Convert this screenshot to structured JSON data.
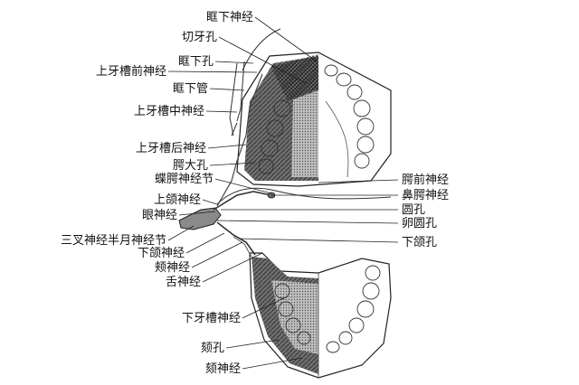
{
  "labels": {
    "infraorbital_nerve": "眶下神经",
    "incisive_foramen": "切牙孔",
    "infraorbital_foramen": "眶下孔",
    "anterior_superior_alveolar_nerve": "上牙槽前神经",
    "infraorbital_canal": "眶下管",
    "middle_superior_alveolar_nerve": "上牙槽中神经",
    "posterior_superior_alveolar_nerve": "上牙槽后神经",
    "greater_palatine_foramen": "腭大孔",
    "pterygopalatine_ganglion": "蝶腭神经节",
    "maxillary_nerve": "上颌神经",
    "ophthalmic_nerve": "眼神经",
    "trigeminal_ganglion": "三叉神经半月神经节",
    "mandibular_nerve": "下颌神经",
    "buccal_nerve": "颊神经",
    "lingual_nerve": "舌神经",
    "inferior_alveolar_nerve": "下牙槽神经",
    "mental_foramen": "颏孔",
    "mental_nerve": "颏神经",
    "anterior_palatine_nerve": "腭前神经",
    "nasopalatine_nerve": "鼻腭神经",
    "foramen_rotundum": "圆孔",
    "foramen_ovale": "卵圆孔",
    "mandibular_foramen": "下颌孔"
  }
}
